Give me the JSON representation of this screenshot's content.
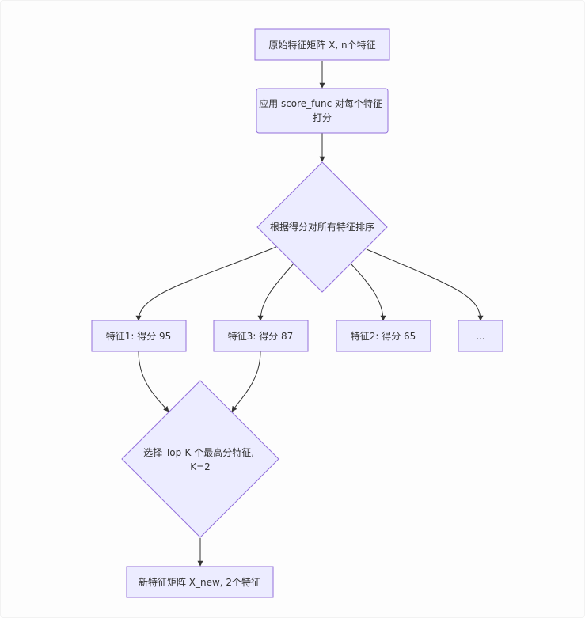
{
  "diagram": {
    "nodes": {
      "original": {
        "label_lines": [
          "原始特征矩阵 X, n个特征"
        ]
      },
      "apply": {
        "label_lines": [
          "应用 score_func 对每个特征",
          "打分"
        ]
      },
      "sort": {
        "label_lines": [
          "根据得分对所有特征排序"
        ]
      },
      "f1": {
        "label_lines": [
          "特征1: 得分 95"
        ]
      },
      "f3": {
        "label_lines": [
          "特征3: 得分 87"
        ]
      },
      "f2": {
        "label_lines": [
          "特征2: 得分 65"
        ]
      },
      "more": {
        "label_lines": [
          "..."
        ]
      },
      "select": {
        "label_lines": [
          "选择 Top-K 个最高分特征,",
          "K=2"
        ]
      },
      "result": {
        "label_lines": [
          "新特征矩阵 X_new, 2个特征"
        ]
      }
    },
    "edges": [
      [
        "original",
        "apply"
      ],
      [
        "apply",
        "sort"
      ],
      [
        "sort",
        "f1"
      ],
      [
        "sort",
        "f3"
      ],
      [
        "sort",
        "f2"
      ],
      [
        "sort",
        "more"
      ],
      [
        "f1",
        "select"
      ],
      [
        "f3",
        "select"
      ],
      [
        "select",
        "result"
      ]
    ],
    "colors": {
      "node_fill": "#ECECFF",
      "node_stroke": "#9370DB",
      "edge": "#333333",
      "text": "#333333"
    }
  }
}
